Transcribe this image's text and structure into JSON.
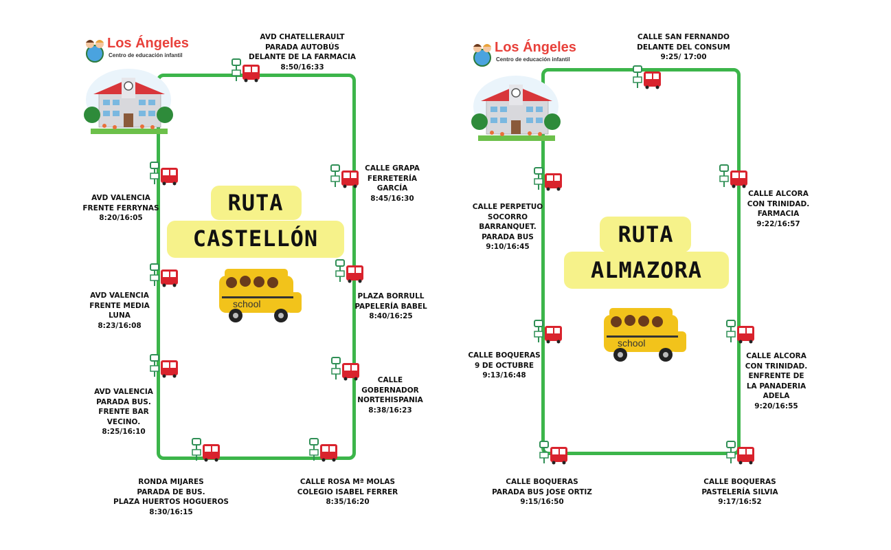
{
  "logo": {
    "name": "Los Ángeles",
    "subtitle": "Centro de educación infantil"
  },
  "bus_picture_label": "school",
  "routes": [
    {
      "title_line1": "RUTA",
      "title_line2": "CASTELLÓN",
      "stops": [
        {
          "lines": [
            "AVD CHATELLERAULT",
            "PARADA AUTOBÚS",
            "DELANTE DE LA FARMACIA",
            "8:50/16:33"
          ]
        },
        {
          "lines": [
            "CALLE GRAPA",
            "FERRETERÍA",
            "GARCÍA",
            "8:45/16:30"
          ]
        },
        {
          "lines": [
            "PLAZA BORRULL",
            "PAPELERÍA BABEL",
            "8:40/16:25"
          ]
        },
        {
          "lines": [
            "CALLE",
            "GOBERNADOR",
            "NORTEHISPANIA",
            "8:38/16:23"
          ]
        },
        {
          "lines": [
            "CALLE ROSA Mª MOLAS",
            "COLEGIO ISABEL FERRER",
            "8:35/16:20"
          ]
        },
        {
          "lines": [
            "RONDA MIJARES",
            "PARADA DE BUS.",
            "PLAZA HUERTOS HOGUEROS",
            "8:30/16:15"
          ]
        },
        {
          "lines": [
            "AVD VALENCIA",
            "PARADA BUS.",
            "FRENTE BAR",
            "VECINO.",
            "8:25/16:10"
          ]
        },
        {
          "lines": [
            "AVD VALENCIA",
            "FRENTE MEDIA",
            "LUNA",
            "8:23/16:08"
          ]
        },
        {
          "lines": [
            "AVD VALENCIA",
            "FRENTE FERRYNAS",
            "8:20/16:05"
          ]
        }
      ]
    },
    {
      "title_line1": "RUTA",
      "title_line2": "ALMAZORA",
      "stops": [
        {
          "lines": [
            "CALLE SAN FERNANDO",
            "DELANTE DEL CONSUM",
            "9:25/ 17:00"
          ]
        },
        {
          "lines": [
            "CALLE ALCORA",
            "CON TRINIDAD.",
            "FARMACIA",
            "9:22/16:57"
          ]
        },
        {
          "lines": [
            "CALLE ALCORA",
            "CON TRINIDAD.",
            "ENFRENTE DE",
            "LA PANADERIA",
            "ADELA",
            "9:20/16:55"
          ]
        },
        {
          "lines": [
            "CALLE BOQUERAS",
            "PASTELERÍA SILVIA",
            "9:17/16:52"
          ]
        },
        {
          "lines": [
            "CALLE BOQUERAS",
            "PARADA BUS JOSE ORTIZ",
            "9:15/16:50"
          ]
        },
        {
          "lines": [
            "CALLE BOQUERAS",
            "9 DE OCTUBRE",
            "9:13/16:48"
          ]
        },
        {
          "lines": [
            "CALLE PERPETUO",
            "SOCORRO",
            "BARRANQUET.",
            "PARADA BUS",
            "9:10/16:45"
          ]
        }
      ]
    }
  ]
}
